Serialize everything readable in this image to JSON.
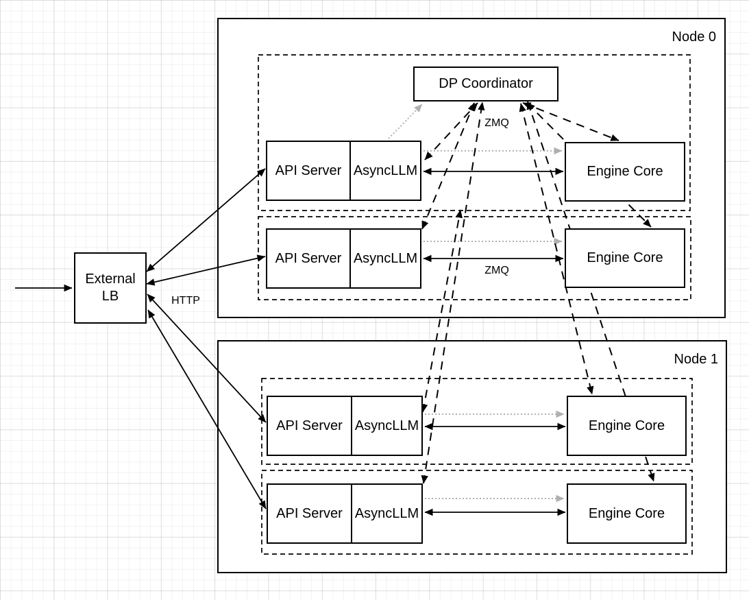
{
  "external_lb": {
    "label": "External LB"
  },
  "coordinator": {
    "label": "DP Coordinator"
  },
  "nodes": [
    {
      "label": "Node 0",
      "rows": [
        {
          "api_server": "API Server",
          "async_llm": "AsyncLLM",
          "engine_core": "Engine Core"
        },
        {
          "api_server": "API Server",
          "async_llm": "AsyncLLM",
          "engine_core": "Engine Core"
        }
      ]
    },
    {
      "label": "Node 1",
      "rows": [
        {
          "api_server": "API Server",
          "async_llm": "AsyncLLM",
          "engine_core": "Engine Core"
        },
        {
          "api_server": "API Server",
          "async_llm": "AsyncLLM",
          "engine_core": "Engine Core"
        }
      ]
    }
  ],
  "edge_labels": {
    "http": "HTTP",
    "zmq_coordinator": "ZMQ",
    "zmq_engine": "ZMQ"
  },
  "colors": {
    "line": "#000000",
    "muted_arrow": "#b0b0b0",
    "box_fill": "#ffffff"
  }
}
